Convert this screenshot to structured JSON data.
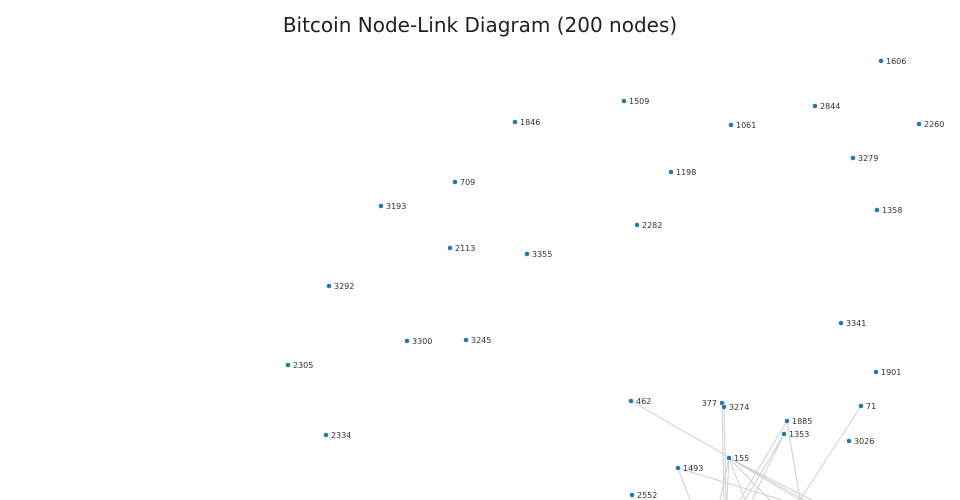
{
  "title": "Bitcoin Node-Link Diagram (200 nodes)",
  "colors": {
    "node": "#1f77b4",
    "edge": "#d0d0d0"
  },
  "nodes": [
    "1606",
    "1509",
    "2844",
    "1846",
    "1061",
    "2260",
    "3279",
    "1198",
    "709",
    "3193",
    "1358",
    "2282",
    "2113",
    "3355",
    "3292",
    "3341",
    "3300",
    "3245",
    "2305",
    "1901",
    "462",
    "377",
    "3274",
    "71",
    "1885",
    "1353",
    "2334",
    "3026",
    "155",
    "1493",
    "2552"
  ]
}
